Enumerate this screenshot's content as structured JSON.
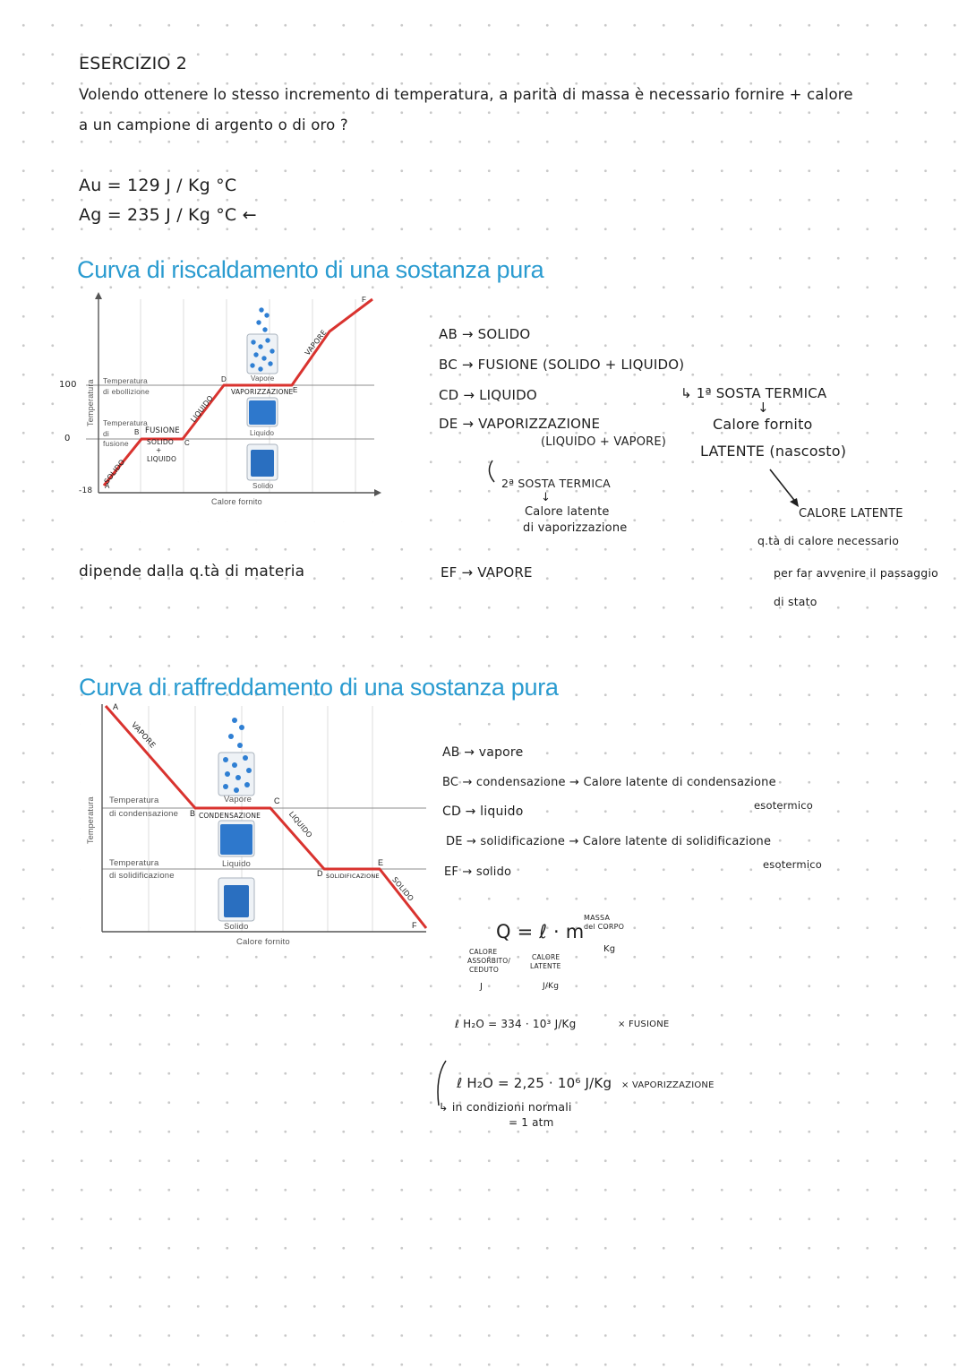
{
  "exercise": {
    "heading": "ESERCIZIO 2",
    "line1": "Volendo ottenere lo stesso incremento di temperatura, a parità di massa è necessario fornire + calore",
    "line2": "a un campione di argento o di oro ?",
    "au": "Au = 129 J / Kg °C",
    "ag": "Ag = 235 J / Kg °C ←"
  },
  "heating": {
    "title": "Curva di riscaldamento di una sostanza pura",
    "notes": {
      "ab": "AB → SOLIDO",
      "bc": "BC → FUSIONE (SOLIDO + LIQUIDO)",
      "cd": "CD → LIQUIDO",
      "de": "DE → VAPORIZZAZIONE",
      "de_sub": "(LIQUIDO + VAPORE)",
      "sosta1": "↳ 1ª SOSTA TERMICA",
      "arrow1": "↓",
      "calore_fornito": "Calore fornito",
      "latente": "LATENTE (nascosto)",
      "sosta2": "2ª SOSTA TERMICA",
      "arrow2": "↓",
      "calore_latente_vap1": "Calore latente",
      "calore_latente_vap2": "di vaporizzazione",
      "calore_latente_caps": "CALORE LATENTE",
      "qta1": "q.tà di calore necessario",
      "qta2": "per far avvenire il passaggio",
      "qta3": "di stato",
      "dipende": "dipende dalla q.tà di materia",
      "ef": "EF → VAPORE"
    },
    "chart": {
      "ylabel": "Temperatura",
      "xlabel": "Calore fornito",
      "line_boil_1": "Temperatura",
      "line_boil_2": "di ebollizione",
      "line_melt_1": "Temperatura",
      "line_melt_2": "di",
      "line_melt_3": "fusione",
      "tick_100": "100",
      "tick_0": "0",
      "tick_m18": "-18",
      "pt_a": "A",
      "pt_b": "B",
      "pt_c": "C",
      "pt_d": "D",
      "pt_e": "E",
      "pt_f": "F",
      "seg_solido": "SOLIDO",
      "seg_fusione": "FUSIONE",
      "seg_fusione_sub1": "SOLIDO",
      "seg_fusione_sub2": "+",
      "seg_fusione_sub3": "LIQUIDO",
      "seg_liquido": "LIQUIDO",
      "seg_vaporizzazione": "VAPORIZZAZIONE",
      "seg_vapore": "VAPORE",
      "beaker_vapore": "Vapore",
      "beaker_liquido": "Liquido",
      "beaker_solido": "Solido"
    }
  },
  "cooling": {
    "title": "Curva di raffreddamento di una sostanza pura",
    "notes": {
      "ab": "AB → vapore",
      "bc": "BC → condensazione → Calore latente di condensazione",
      "bc_eso": "esotermico",
      "cd": "CD → liquido",
      "de": "DE → solidificazione → Calore latente di solidificazione",
      "de_eso": "esotermico",
      "ef": "EF → solido"
    },
    "chart": {
      "ylabel": "Temperatura",
      "xlabel": "Calore fornito",
      "line_cond_1": "Temperatura",
      "line_cond_2": "di condensazione",
      "line_sol_1": "Temperatura",
      "line_sol_2": "di solidificazione",
      "pt_a": "A",
      "pt_b": "B",
      "pt_c": "C",
      "pt_d": "D",
      "pt_e": "E",
      "pt_f": "F",
      "seg_vapore": "VAPORE",
      "seg_condensazione": "CONDENSAZIONE",
      "seg_liquido": "LIQUIDO",
      "seg_solidificazione": "SOLIDIFICAZIONE",
      "seg_solido": "SOLIDO",
      "beaker_vapore": "Vapore",
      "beaker_liquido": "Liquido",
      "beaker_solido": "Solido"
    }
  },
  "formula": {
    "main": "Q = ℓ · m",
    "massa1": "MASSA",
    "massa2": "del CORPO",
    "kg": "Kg",
    "cal1": "CALORE",
    "cal2": "ASSORBITO/",
    "cal3": "CEDUTO",
    "j": "J",
    "lat1": "CALORE",
    "lat2": "LATENTE",
    "jkg": "J/Kg",
    "fusione_val": "ℓ H₂O = 334 · 10³ J/Kg",
    "fusione_note": "× FUSIONE",
    "vap_val": "ℓ H₂O = 2,25 · 10⁶ J/Kg",
    "vap_note": "× VAPORIZZAZIONE",
    "cond1": "↳ in condizioni normali",
    "cond2": "= 1 atm"
  }
}
